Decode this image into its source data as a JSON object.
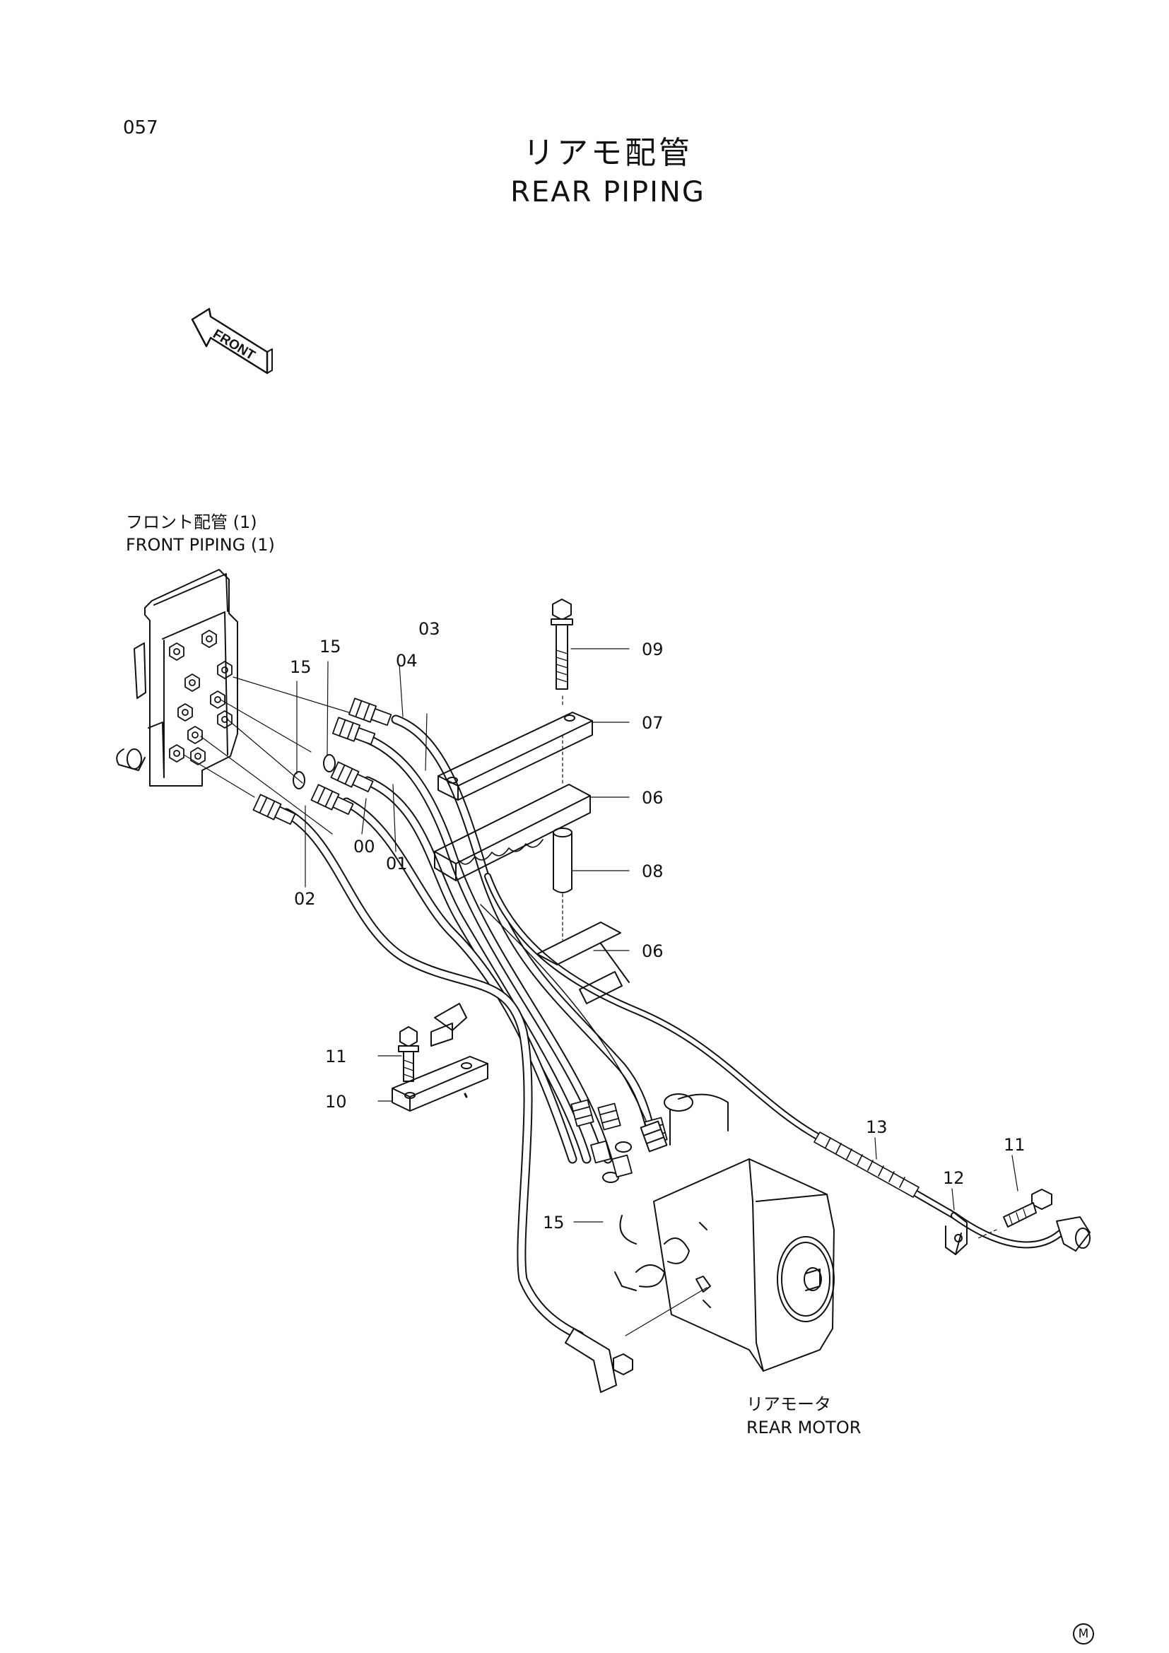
{
  "page_number": "057",
  "title_jp": "リアモ配管",
  "title_en": "REAR  PIPING",
  "front_badge_label": "FRONT",
  "group_labels": {
    "front_piping_jp": "フロント配管 (1)",
    "front_piping_en": "FRONT  PIPING (1)",
    "rear_motor_jp": "リアモータ",
    "rear_motor_en": "REAR  MOTOR"
  },
  "callouts": {
    "p00": "00",
    "p01": "01",
    "p02": "02",
    "p03": "03",
    "p04": "04",
    "p06_upper": "06",
    "p06_lower": "06",
    "p07": "07",
    "p08": "08",
    "p09": "09",
    "p10": "10",
    "p11_left": "11",
    "p11_right": "11",
    "p12": "12",
    "p13": "13",
    "p15_a": "15",
    "p15_b": "15",
    "p15_c": "15"
  },
  "footer_mark": "M",
  "colors": {
    "ink": "#111111",
    "background": "#ffffff"
  }
}
